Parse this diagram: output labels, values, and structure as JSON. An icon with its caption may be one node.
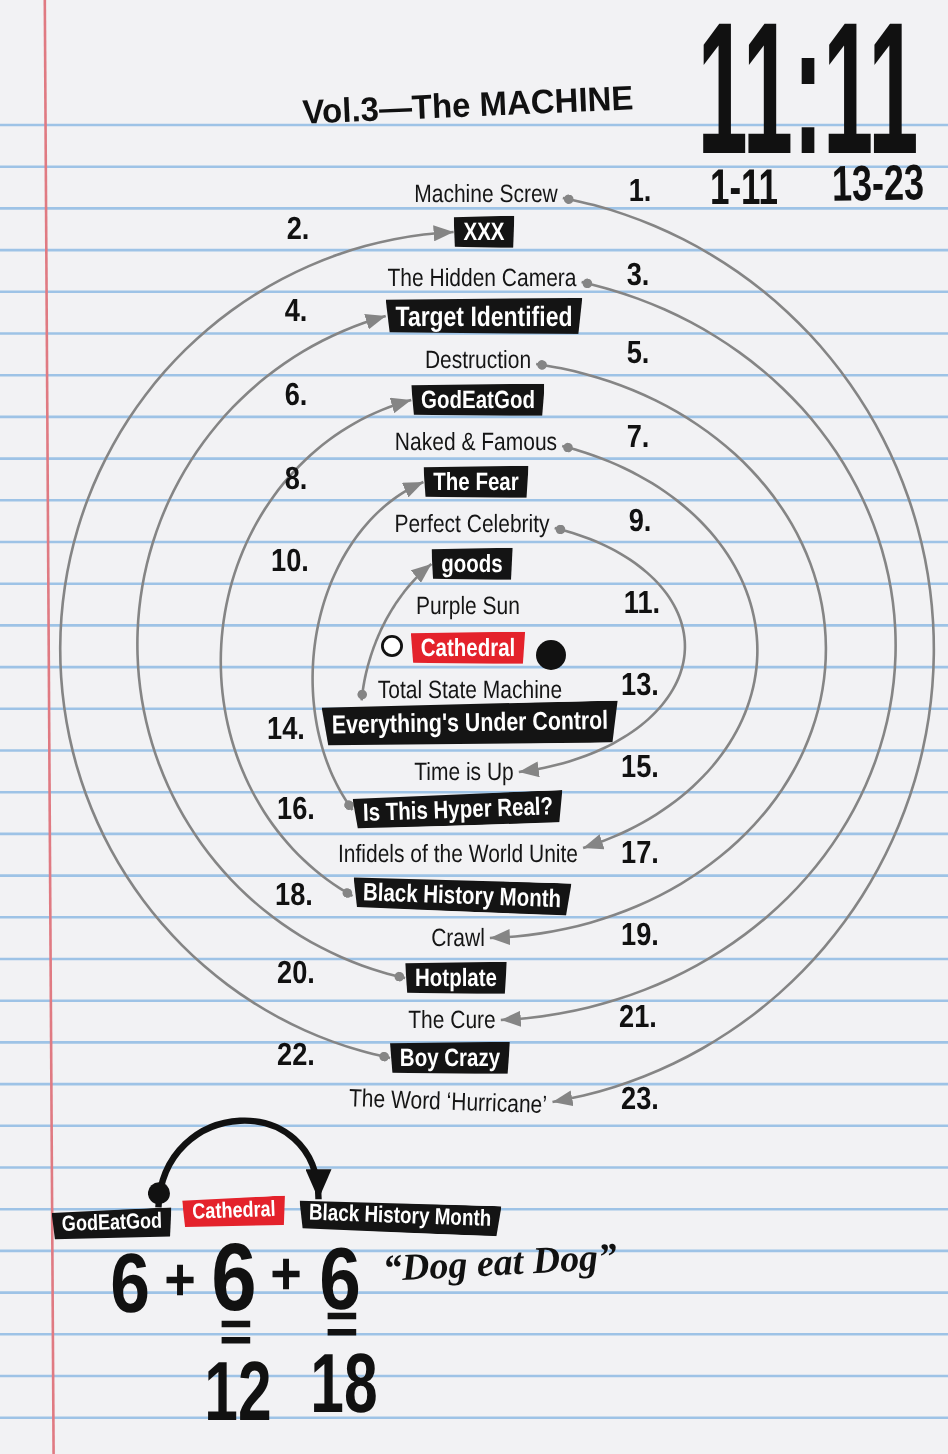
{
  "diagram": {
    "title": "Vol.3—The MACHINE",
    "nodes": [
      {
        "text": [
          "Machine Screw"
        ]
      },
      {
        "text": [
          "XXX"
        ]
      },
      {
        "text": [
          "The Hidden Camera"
        ]
      },
      {
        "text": [
          "Target Identified"
        ]
      },
      {
        "text": [
          "Destruction"
        ]
      },
      {
        "text": [
          "GodEatGod"
        ]
      },
      {
        "text": [
          "Naked & Famous"
        ]
      },
      {
        "text": [
          "The Fear"
        ]
      },
      {
        "text": [
          "Perfect Celebrity"
        ]
      },
      {
        "text": [
          "goods"
        ]
      },
      {
        "text": [
          "Cathedral"
        ]
      },
      {
        "text": [
          "Everything's Under Control"
        ]
      },
      {
        "text": [
          "Time is Up"
        ]
      },
      {
        "text": [
          "Is This Hyper Real?"
        ]
      },
      {
        "text": [
          "Infidels of the World Unite"
        ]
      },
      {
        "text": [
          "Black History Month"
        ]
      },
      {
        "text": [
          "Crawl"
        ]
      },
      {
        "text": [
          "Hotplate"
        ]
      },
      {
        "text": [
          "The Cure"
        ]
      },
      {
        "text": [
          "Boy Crazy"
        ]
      },
      {
        "text": [
          "The Word ‘Hurricane’"
        ]
      },
      {
        "text": [
          "GodEatGod"
        ]
      },
      {
        "text": [
          "Cathedral"
        ]
      },
      {
        "text": [
          "Black History Month"
        ]
      }
    ],
    "edges": [
      {
        "from": 0,
        "to": 20,
        "arrow": "to"
      },
      {
        "from": 19,
        "to": 1,
        "arrow": "to"
      },
      {
        "from": 2,
        "to": 18,
        "arrow": "to"
      },
      {
        "from": 17,
        "to": 3,
        "arrow": "to"
      },
      {
        "from": 4,
        "to": 16,
        "arrow": "to"
      },
      {
        "from": 15,
        "to": 5,
        "arrow": "to"
      },
      {
        "from": 6,
        "to": 14,
        "arrow": "to"
      },
      {
        "from": 13,
        "to": 7,
        "arrow": "to"
      },
      {
        "from": 8,
        "to": 12,
        "arrow": "to"
      },
      {
        "from": 11,
        "to": 9,
        "arrow": "to"
      },
      {
        "from": 21,
        "to": 23,
        "arrow": "to",
        "style": "thick",
        "color": "#111111"
      }
    ],
    "labels": [
      "11:11",
      "1.",
      "1-11",
      "13-23",
      "2.",
      "3.",
      "4.",
      "5.",
      "6.",
      "7.",
      "8.",
      "9.",
      "10.",
      "Purple Sun",
      "11.",
      "Total State Machine",
      "13.",
      "14.",
      "15.",
      "16.",
      "17.",
      "18.",
      "19.",
      "20.",
      "21.",
      "22.",
      "23.",
      "6",
      "+",
      "6",
      "+",
      "6",
      "“Dog eat Dog”",
      "=",
      "=",
      "12",
      "18"
    ]
  }
}
